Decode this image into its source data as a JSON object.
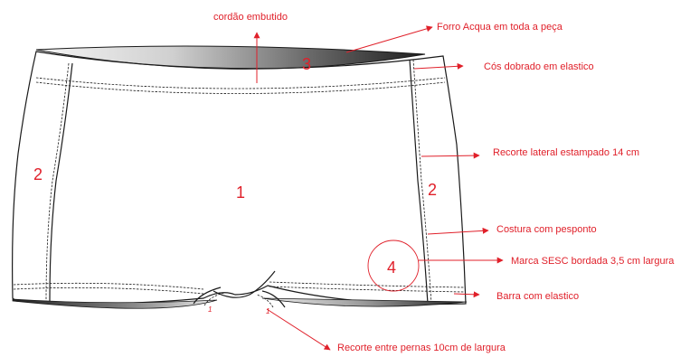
{
  "labels": {
    "cordao": "cordão embutido",
    "forro": "Forro Acqua em toda a peça",
    "cos": "Cós dobrado em elastico",
    "recorte_lateral": "Recorte lateral estampado 14 cm",
    "costura": "Costura com pesponto",
    "marca": "Marca SESC bordada 3,5 cm largura",
    "barra": "Barra com elastico",
    "recorte_pernas": "Recorte entre pernas 10cm de largura"
  },
  "numbers": {
    "front": "1",
    "side_left": "2",
    "side_right": "2",
    "waistband": "3",
    "logo": "4",
    "gusset_left": "1",
    "gusset_right": "1"
  },
  "colors": {
    "annotation": "#e0202a",
    "outline": "#1a1a1a"
  }
}
